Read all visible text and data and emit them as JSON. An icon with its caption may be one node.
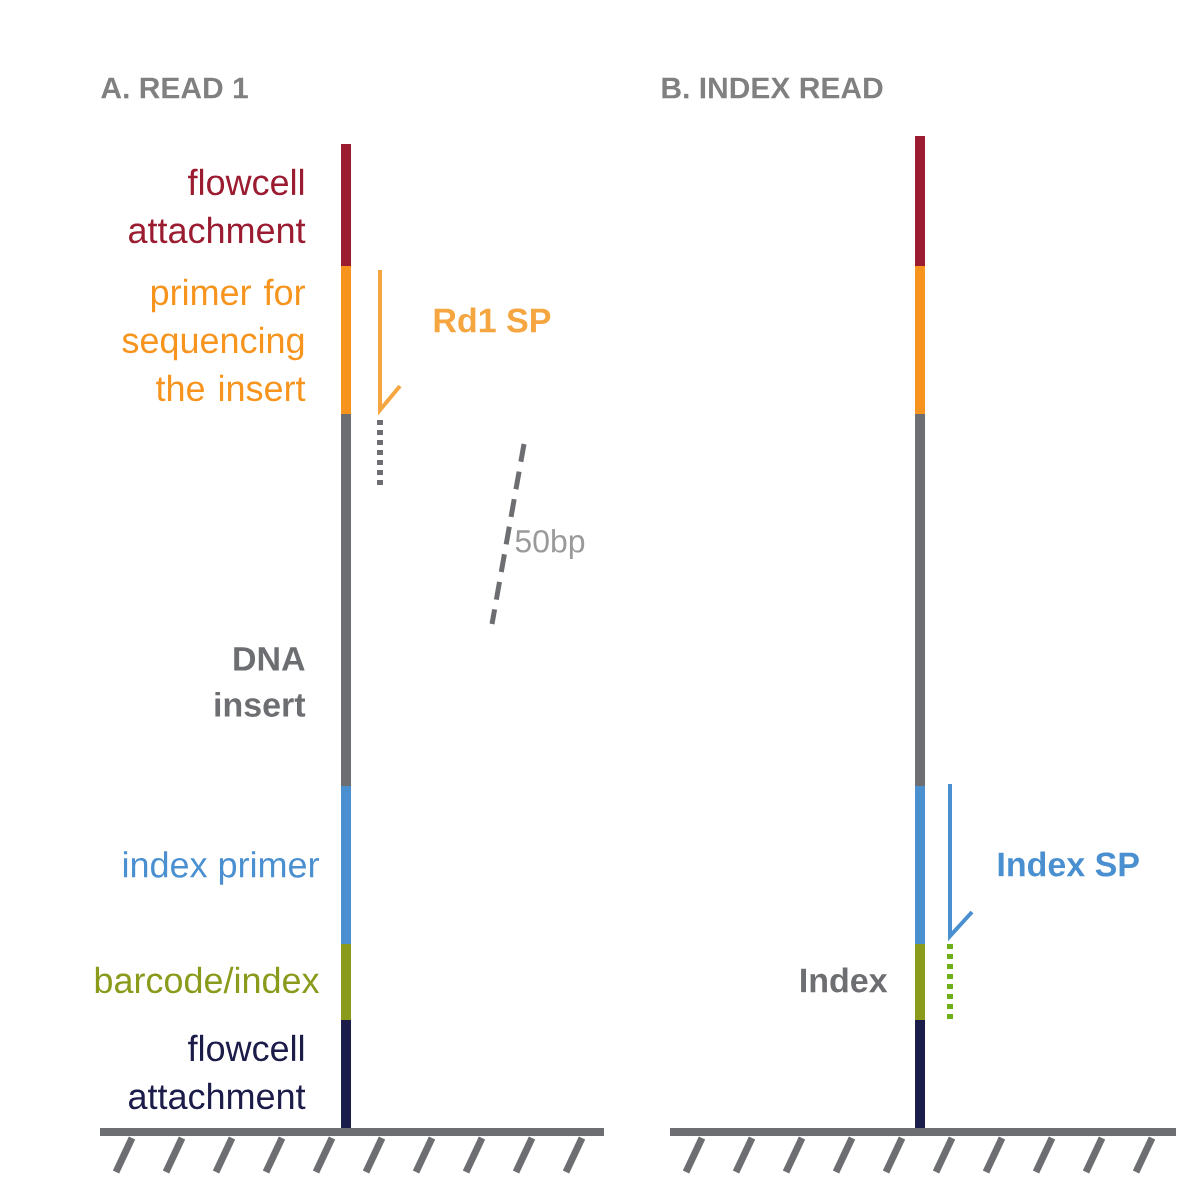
{
  "diagram": {
    "labels": [
      "A. READ 1",
      "B. INDEX READ",
      "flowcell attachment",
      "primer for sequencing the insert",
      "Rd1 SP",
      "50bp",
      "DNA insert",
      "index primer",
      "Index SP",
      "barcode/index",
      "Index",
      "flowcell attachment"
    ]
  }
}
